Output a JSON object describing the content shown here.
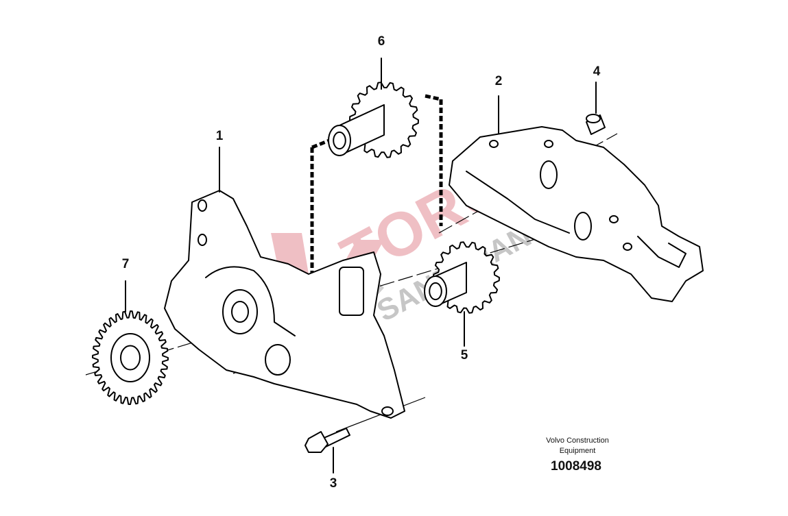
{
  "diagram": {
    "callouts": [
      {
        "id": "1",
        "label": "1"
      },
      {
        "id": "2",
        "label": "2"
      },
      {
        "id": "3",
        "label": "3"
      },
      {
        "id": "4",
        "label": "4"
      },
      {
        "id": "5",
        "label": "5"
      },
      {
        "id": "6",
        "label": "6"
      },
      {
        "id": "7",
        "label": "7"
      }
    ],
    "credit_line1": "Volvo Construction",
    "credit_line2": "Equipment",
    "document_number": "1008498",
    "watermark": "TORG SANDTRAN",
    "colors": {
      "line": "#000000",
      "watermark_red": "#e8a0a6",
      "watermark_gray": "#b0b0b0"
    }
  }
}
